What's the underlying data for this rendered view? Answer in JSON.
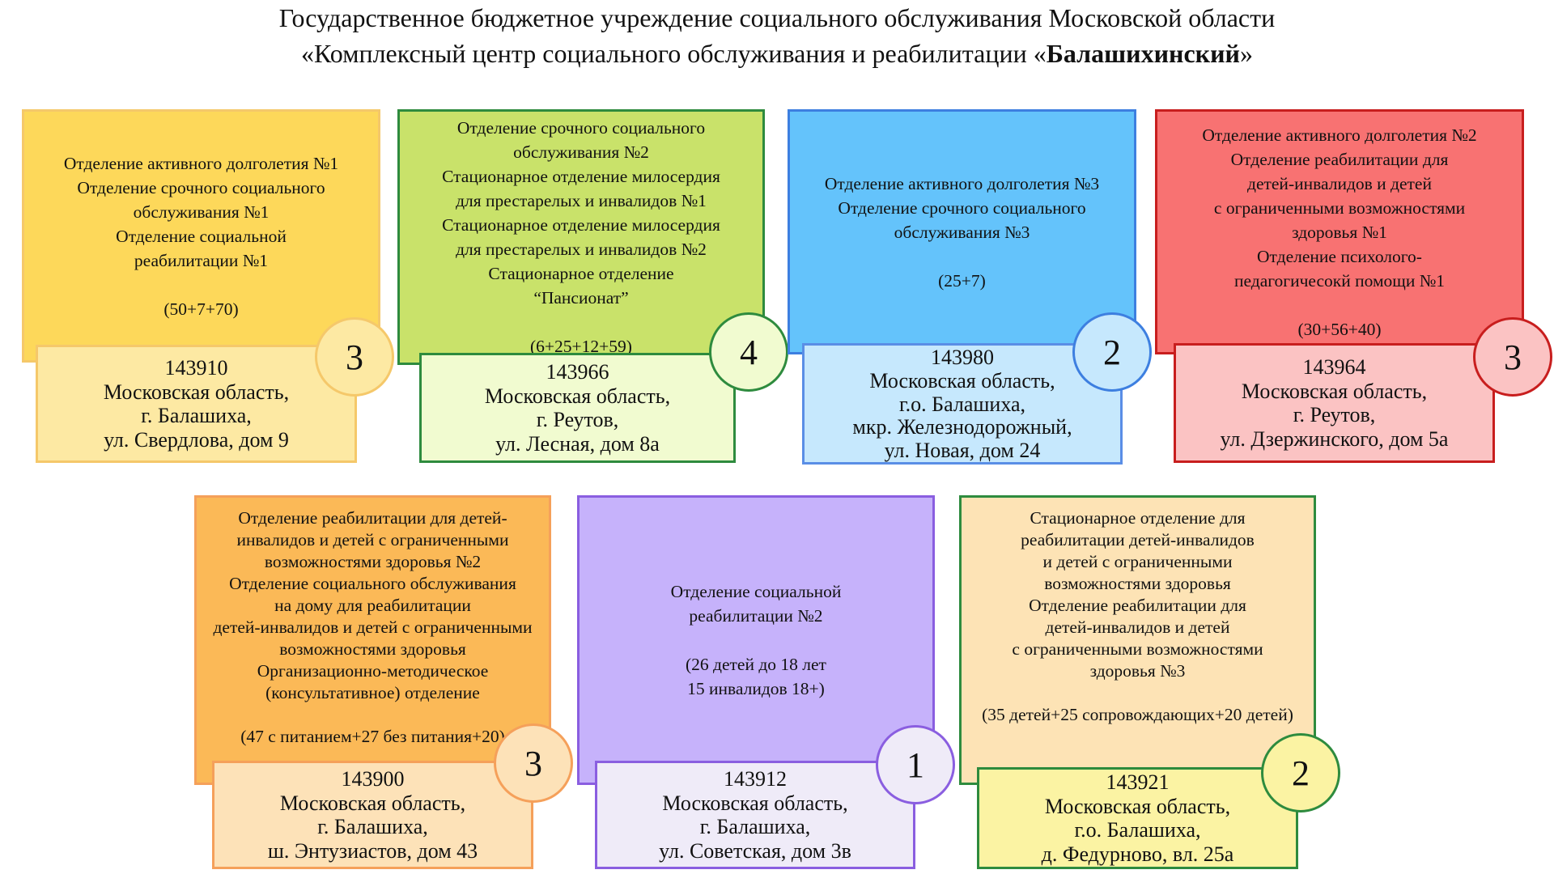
{
  "header": {
    "line1": "Государственное бюджетное учреждение социального обслуживания Московской области",
    "line2_prefix": "«Комплексный центр социального обслуживания и реабилитации «",
    "line2_bold": "Балашихинский",
    "line2_suffix": "»"
  },
  "cards": [
    {
      "lines": [
        "Отделение активного долголетия №1",
        "Отделение срочного социального",
        "обслуживания №1",
        "Отделение социальной",
        "реабилитации №1",
        "",
        "(50+7+70)"
      ],
      "count": "3",
      "address": [
        "143910",
        "Московская область,",
        "г. Балашиха,",
        "ул. Свердлова, дом 9"
      ],
      "colors": {
        "bg": "#fdd85a",
        "border": "#f5c86a",
        "addr_bg": "#fde9a3",
        "addr_border": "#f5c86a"
      }
    },
    {
      "lines": [
        "Отделение срочного социального",
        "обслуживания №2",
        "Стационарное отделение милосердия",
        "для престарелых и инвалидов №1",
        "Стационарное отделение милосердия",
        "для престарелых и инвалидов №2",
        "Стационарное отделение",
        "“Пансионат”",
        "",
        "(6+25+12+59)"
      ],
      "count": "4",
      "address": [
        "143966",
        "Московская область,",
        "г. Реутов,",
        "ул. Лесная, дом 8а"
      ],
      "colors": {
        "bg": "#c9e26a",
        "border": "#2e8b3e",
        "addr_bg": "#f1fbd0",
        "addr_border": "#2e8b3e"
      }
    },
    {
      "lines": [
        "Отделение активного долголетия №3",
        "Отделение срочного социального",
        "обслуживания №3",
        "",
        "(25+7)"
      ],
      "count": "2",
      "address": [
        "143980",
        "Московская область,",
        "г.о. Балашиха,",
        "мкр. Железнодорожный,",
        "ул. Новая, дом 24"
      ],
      "colors": {
        "bg": "#64c3fb",
        "border": "#3d7fe0",
        "addr_bg": "#c6e8fd",
        "addr_border": "#5a8ee6"
      }
    },
    {
      "lines": [
        "Отделение активного долголетия №2",
        "Отделение реабилитации для",
        "детей-инвалидов и детей",
        "с ограниченными возможностями",
        "здоровья №1",
        "Отделение психолого-",
        "педагогичесокй помощи №1",
        "",
        "(30+56+40)"
      ],
      "count": "3",
      "address": [
        "143964",
        "Московская область,",
        "г. Реутов,",
        "ул. Дзержинского, дом 5а"
      ],
      "colors": {
        "bg": "#f87272",
        "border": "#c81e1e",
        "addr_bg": "#fbc3c3",
        "addr_border": "#c81e1e"
      }
    },
    {
      "lines": [
        "Отделение реабилитации для детей-",
        "инвалидов и детей с ограниченными",
        "возможностями здоровья  №2",
        "Отделение социального обслуживания",
        "на дому для реабилитации",
        "детей-инвалидов и детей с ограниченными",
        "возможностями здоровья",
        "Организационно-методическое",
        "(консультативное) отделение",
        "",
        "(47 с питанием+27 без питания+20)"
      ],
      "count": "3",
      "address": [
        "143900",
        "Московская область,",
        "г. Балашиха,",
        "ш. Энтузиастов, дом 43"
      ],
      "colors": {
        "bg": "#fbb957",
        "border": "#f5a05a",
        "addr_bg": "#fde2b8",
        "addr_border": "#f5a05a"
      }
    },
    {
      "lines": [
        "Отделение социальной",
        "реабилитации №2",
        "",
        "(26 детей до 18 лет",
        "15 инвалидов 18+)"
      ],
      "count": "1",
      "address": [
        "143912",
        "Московская область,",
        "г. Балашиха,",
        "ул. Советская, дом 3в"
      ],
      "colors": {
        "bg": "#c6b2fb",
        "border": "#8a5ee0",
        "addr_bg": "#efebf8",
        "addr_border": "#8a5ee0"
      }
    },
    {
      "lines": [
        "Стационарное отделение для",
        "реабилитации детей-инвалидов",
        "и детей с ограниченными",
        "возможностями здоровья",
        "Отделение реабилитации для",
        "детей-инвалидов и детей",
        "с ограниченными возможностями",
        "здоровья №3",
        "",
        "(35 детей+25 сопровождающих+20 детей)"
      ],
      "count": "2",
      "address": [
        "143921",
        "Московская область,",
        "г.о. Балашиха,",
        "д. Федурново, вл. 25а"
      ],
      "colors": {
        "bg": "#fde3b5",
        "border": "#2e8b3e",
        "addr_bg": "#fbf3a3",
        "addr_border": "#2e8b3e"
      }
    }
  ]
}
